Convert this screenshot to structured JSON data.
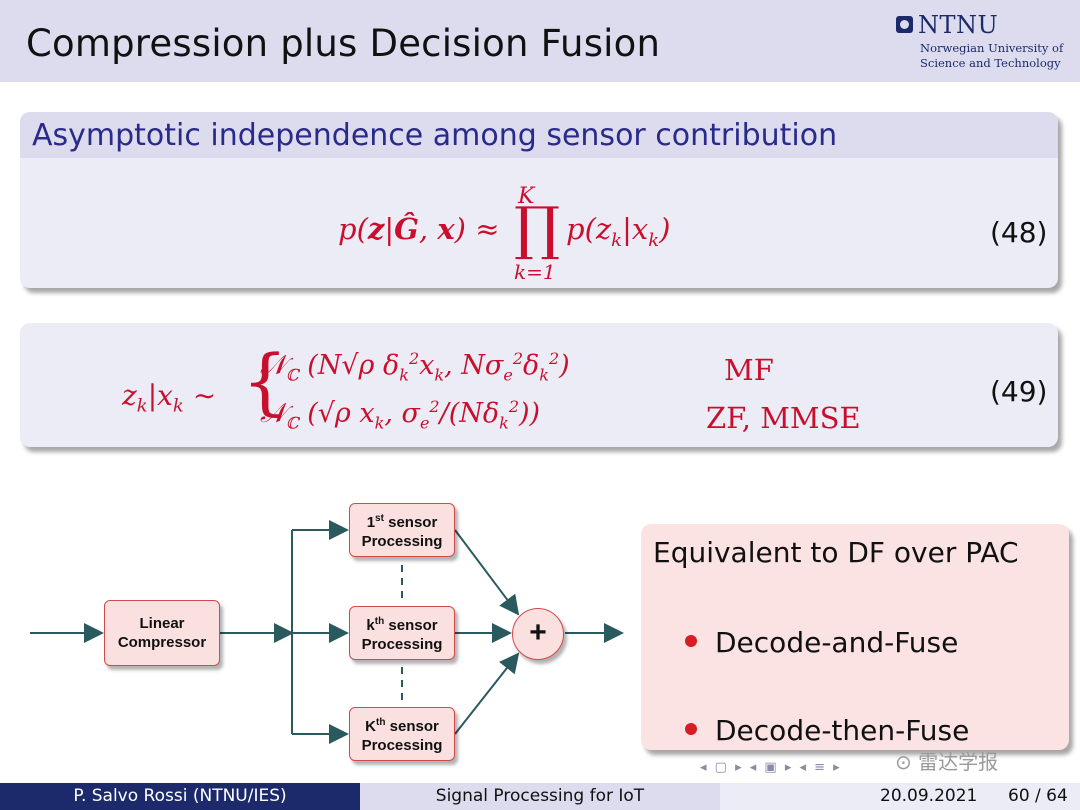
{
  "slide": {
    "title": "Compression plus Decision Fusion",
    "logo_name": "NTNU",
    "logo_line1": "Norwegian University of",
    "logo_line2": "Science and Technology"
  },
  "block1": {
    "title": "Asymptotic independence among sensor contribution",
    "equation_number": "(48)"
  },
  "block2": {
    "case1_label": "MF",
    "case2_label": "ZF, MMSE",
    "equation_number": "(49)"
  },
  "diagram": {
    "compressor_line1": "Linear",
    "compressor_line2": "Compressor",
    "sensor1_sup": "st",
    "sensork_sup": "th",
    "sensorK_sup": "th",
    "sensor1_pre": "1",
    "sensork_pre": "k",
    "sensorK_pre": "K",
    "sensor_word": " sensor",
    "processing": "Processing",
    "sum_symbol": "+"
  },
  "df_box": {
    "title": "Equivalent to DF over PAC",
    "items": [
      "Decode-and-Fuse",
      "Decode-then-Fuse"
    ]
  },
  "footer": {
    "author": "P. Salvo Rossi  (NTNU/IES)",
    "course": "Signal Processing for IoT",
    "date": "20.09.2021",
    "page": "60 / 64"
  },
  "watermark": "雷达学报",
  "colors": {
    "header_bg": "#dcdcee",
    "block_bg": "#ececf6",
    "accent_blue": "#2a2a8a",
    "math_red": "#c8102e",
    "box_red_bg": "#fbe0e0",
    "box_red_border": "#d24a4a",
    "footer_dark": "#1c2a6b",
    "arrow": "#2a5a5e"
  }
}
